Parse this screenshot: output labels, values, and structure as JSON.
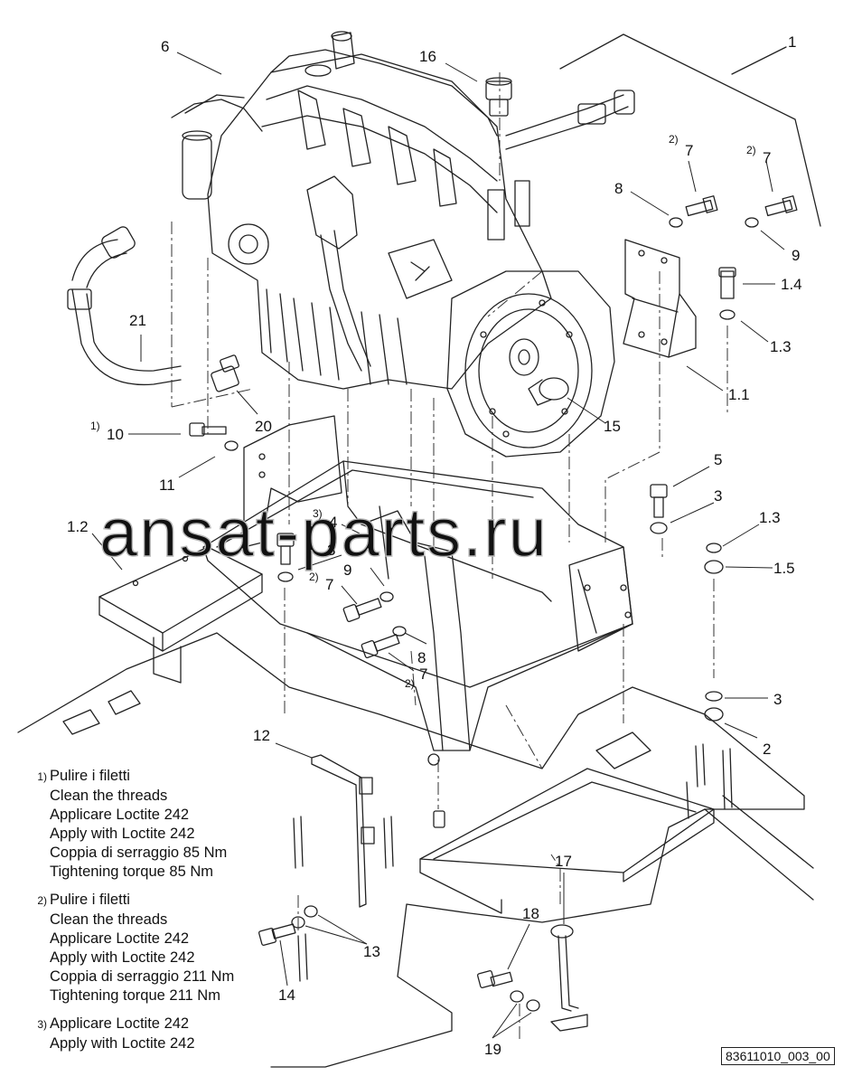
{
  "callouts": [
    {
      "id": "c-1",
      "text": "1"
    },
    {
      "id": "c-6",
      "text": "6"
    },
    {
      "id": "c-16",
      "text": "16"
    },
    {
      "id": "c-7a",
      "text": "7",
      "sup": "2)"
    },
    {
      "id": "c-7b",
      "text": "7",
      "sup": "2)"
    },
    {
      "id": "c-8a",
      "text": "8"
    },
    {
      "id": "c-9a",
      "text": "9"
    },
    {
      "id": "c-1-4",
      "text": "1.4"
    },
    {
      "id": "c-1-3a",
      "text": "1.3"
    },
    {
      "id": "c-1-1",
      "text": "1.1"
    },
    {
      "id": "c-21",
      "text": "21"
    },
    {
      "id": "c-20",
      "text": "20"
    },
    {
      "id": "c-15",
      "text": "15"
    },
    {
      "id": "c-10",
      "text": "10",
      "sup": "1)"
    },
    {
      "id": "c-11",
      "text": "11"
    },
    {
      "id": "c-5",
      "text": "5"
    },
    {
      "id": "c-3a",
      "text": "3"
    },
    {
      "id": "c-1-3b",
      "text": "1.3"
    },
    {
      "id": "c-1-5",
      "text": "1.5"
    },
    {
      "id": "c-1-2",
      "text": "1.2"
    },
    {
      "id": "c-4",
      "text": "4",
      "sup": "3)"
    },
    {
      "id": "c-3b",
      "text": "3"
    },
    {
      "id": "c-9b",
      "text": "9"
    },
    {
      "id": "c-7c",
      "text": "7",
      "sup": "2)"
    },
    {
      "id": "c-8b",
      "text": "8"
    },
    {
      "id": "c-7d",
      "text": "7",
      "sup": "2)"
    },
    {
      "id": "c-3c",
      "text": "3"
    },
    {
      "id": "c-2",
      "text": "2"
    },
    {
      "id": "c-12",
      "text": "12"
    },
    {
      "id": "c-13",
      "text": "13"
    },
    {
      "id": "c-14",
      "text": "14"
    },
    {
      "id": "c-17",
      "text": "17"
    },
    {
      "id": "c-18",
      "text": "18"
    },
    {
      "id": "c-19",
      "text": "19"
    }
  ],
  "notes": [
    {
      "mark": "1)",
      "lines": [
        "Pulire i filetti",
        "Clean the threads",
        "Applicare Loctite 242",
        "Apply with Loctite 242",
        "Coppia di serraggio 85 Nm",
        "Tightening torque 85 Nm"
      ]
    },
    {
      "mark": "2)",
      "lines": [
        "Pulire i filetti",
        "Clean the threads",
        "Applicare Loctite 242",
        "Apply with Loctite 242",
        "Coppia di serraggio 211 Nm",
        "Tightening torque 211 Nm"
      ]
    },
    {
      "mark": "3)",
      "lines": [
        "Applicare Loctite 242",
        "Apply with Loctite 242"
      ]
    }
  ],
  "drawing_id": "83611010_003_00",
  "watermark": "ansat-parts.ru",
  "colors": {
    "ink": "#111111",
    "watermark": "#b8b8b8"
  }
}
